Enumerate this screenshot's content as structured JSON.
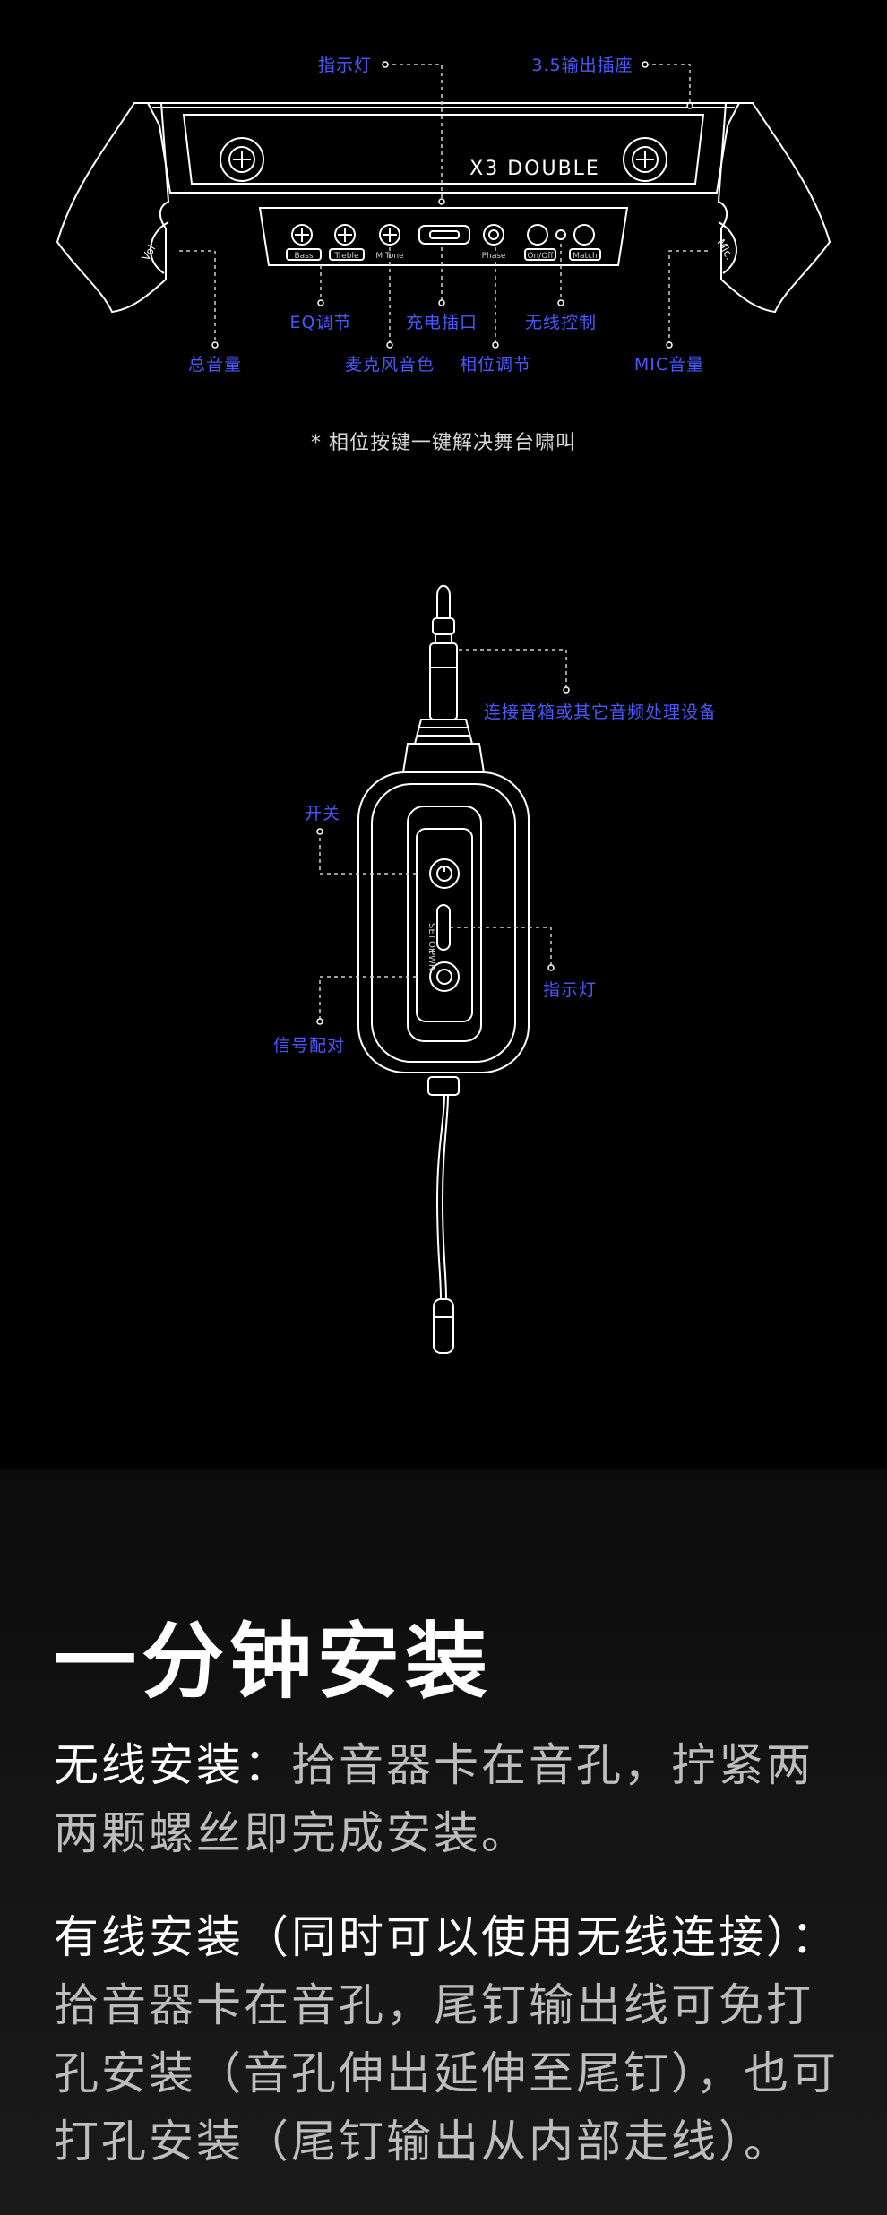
{
  "top_diagram": {
    "labels": {
      "indicator": "指示灯",
      "out35": "3.5输出插座",
      "eq": "EQ调节",
      "charge": "充电插口",
      "wireless_ctrl": "无线控制",
      "master_vol": "总音量",
      "mic_tone": "麦克风音色",
      "phase": "相位调节",
      "mic_vol": "MIC音量"
    },
    "panel_text": {
      "brand": "X3 DOUBLE",
      "bass": "Bass",
      "treble": "Treble",
      "mtone": "M Tone",
      "phase": "Phase",
      "onoff": "On/Off",
      "match": "Match",
      "vol": "Vol.",
      "mic": "Mic."
    },
    "note": "* 相位按键一键解决舞台啸叫"
  },
  "bottom_diagram": {
    "labels": {
      "connect": "连接音箱或其它音频处理设备",
      "switch": "开关",
      "indicator": "指示灯",
      "pair": "信号配对"
    },
    "panel_text": {
      "set": "SET",
      "pwr": "PWR",
      "ok": "OK"
    }
  },
  "install": {
    "title": "一分钟安装",
    "p1_head": "无线安装：",
    "p1_body": "拾音器卡在音孔，拧紧两两颗螺丝即完成安装。",
    "p2_head": "有线安装（同时可以使用无线连接）：",
    "p2_body": "拾音器卡在音孔，尾钉输出线可免打孔安装（音孔伸出延伸至尾钉），也可打孔安装（尾钉输出从内部走线）。"
  }
}
